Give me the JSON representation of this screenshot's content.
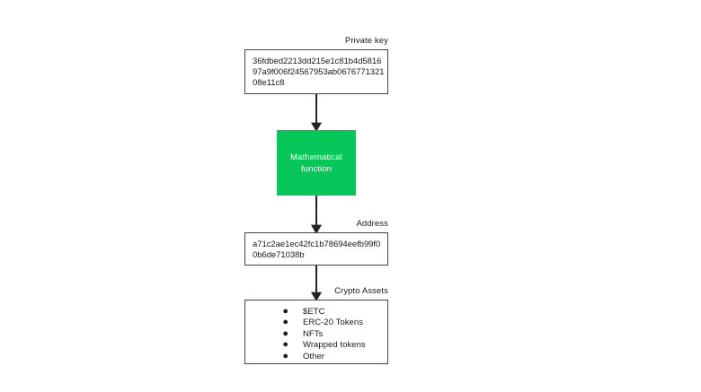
{
  "diagram": {
    "title_hidden": "",
    "accent_color": "#07c75a",
    "line_color": "#222222",
    "border_color": "#444444",
    "background": "#ffffff",
    "nodes": {
      "private_key": {
        "label": "Private key",
        "lines": [
          "36fdbed2213dd215e1c81b4d5816",
          "97a9f006f24567953ab0676771321",
          "08e11c8"
        ]
      },
      "mathematical_function": {
        "text": "Mathematical\nfunction",
        "fill": "#07c75a",
        "text_color": "#ffffff"
      },
      "address": {
        "label": "Address",
        "lines": [
          "a71c2ae1ec42fc1b78694eefb99f0",
          "0b6de71038b"
        ]
      },
      "crypto_assets": {
        "label": "Crypto Assets",
        "bullet_glyph": "●",
        "items": [
          "$ETC",
          "ERC-20 Tokens",
          "NFTs",
          "Wrapped tokens",
          "Other"
        ]
      }
    },
    "arrows": [
      {
        "name": "private-key-to-function",
        "from": "private_key",
        "to": "mathematical_function"
      },
      {
        "name": "function-to-address",
        "from": "mathematical_function",
        "to": "address"
      },
      {
        "name": "address-to-crypto-assets",
        "from": "address",
        "to": "crypto_assets"
      }
    ]
  }
}
